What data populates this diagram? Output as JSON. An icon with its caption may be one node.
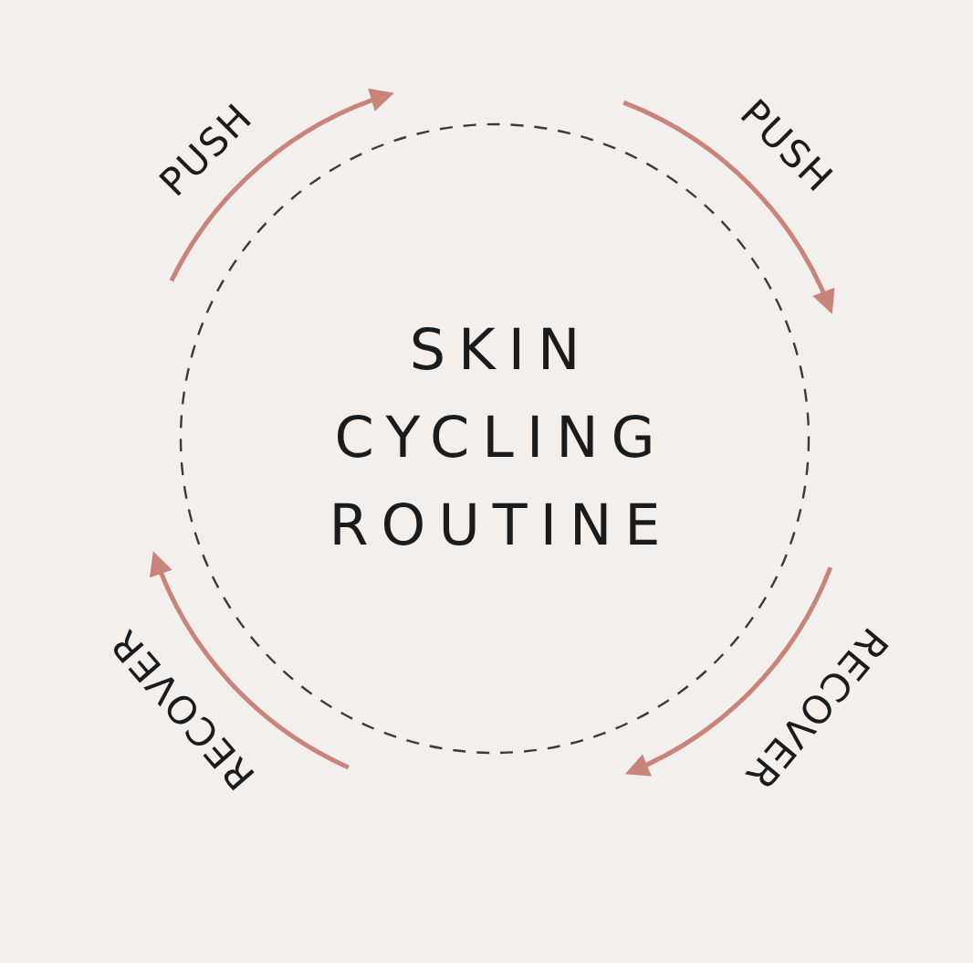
{
  "diagram": {
    "nodes": [
      {
        "text": [
          "SKIN CYCLING ROUTINE"
        ]
      }
    ],
    "labels": [
      "PUSH",
      "PUSH",
      "RECOVER",
      "RECOVER"
    ]
  }
}
